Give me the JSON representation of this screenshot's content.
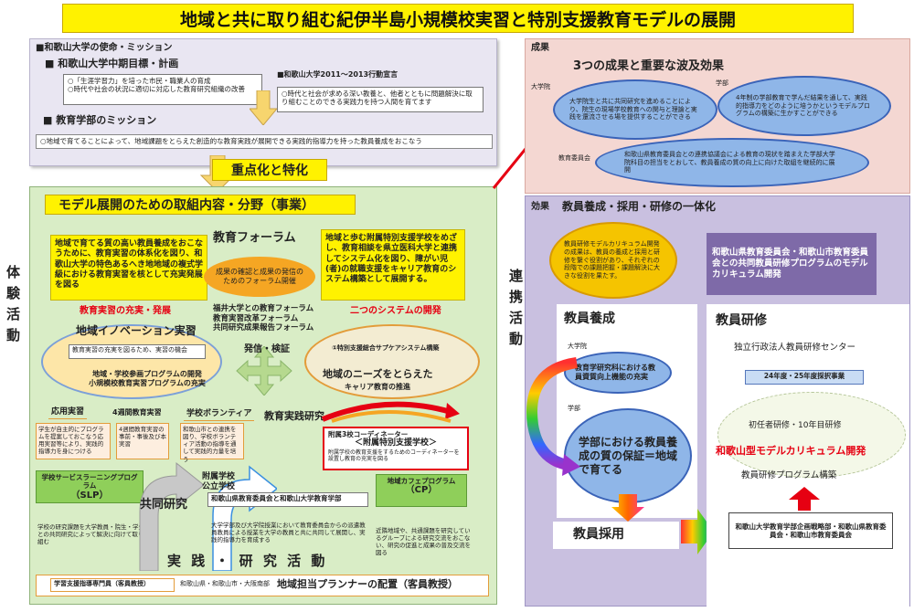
{
  "title": "地域と共に取り組む紀伊半島小規模校実習と特別支援教育モデルの展開",
  "mission": {
    "heading": "■和歌山大学の使命・ミッション",
    "midterm": "■ 和歌山大学中期目標・計画",
    "midterm_items": [
      "○「生涯学習力」を培った市民・職業人の育成",
      "○時代や社会の状況に適切に対応した教育研究組織の改善"
    ],
    "action_heading": "■和歌山大学2011～2013行動宣言",
    "action_text": "○時代と社会が求める深い教養と、他者とともに問題解決に取り組むことのできる実践力を持つ人間を育てます",
    "faculty_heading": "■ 教育学部のミッション",
    "faculty_text": "○地域で育てることによって、地域課題をとらえた創造的な教育実践が展開できる実践的指導力を持った教員養成をおこなう"
  },
  "focus_label": "重点化と特化",
  "model": {
    "title": "モデル展開のための取組内容・分野（事業）",
    "left_yellow": "地域で育てる質の高い教員養成をおこなうために、教育実習の体系化を図り、和歌山大学の特色あるへき地地域の複式学級における教育実習を核として充実発展を図る",
    "forum_title": "教育フォーラム",
    "forum_oval": "成果の確認と成果の発信のためのフォーラム開催",
    "right_yellow": "地域と歩む附属特別支援学校をめざし、教育相談を県立医科大学と連携してシステム化を図り、障がい児(者)の就職支援をキャリア教育のシステム構築として展開する。",
    "practice_label": "教育実習の充実・発展",
    "forum_list": [
      "福井大学との教育フォーラム",
      "教育実習改革フォーラム",
      "共同研究成果報告フォーラム"
    ],
    "two_systems": "二つのシステムの開発",
    "innovation_title": "地域イノベーション実習",
    "innovation_sub": "教育実習の充実を図るため、実習の機会",
    "innovation_bottom": "地域・学校参画プログラムの開発\n小規模校教育実習プログラムの充実",
    "hasshin": "発信・検証",
    "needs_top": "①特別支援総合サプケアシステム構築",
    "needs_title": "地域のニーズをとらえた",
    "needs_sub": "キャリア教育の推進",
    "practice_research": "教育実践研究",
    "tags": [
      "応用実習",
      "4週間教育実習",
      "学校ボランティア"
    ],
    "tag_texts": [
      "学生が自主的にプログラムを提案しておこなう応用実習等により、実践的指導力を身につける",
      "4週間教育実習の事前・事後及び本実習",
      "和歌山市との連携を図り、学校ボランティア活動の指導を通して実践的力量を培う"
    ],
    "coordinator_title": "附属3校コーディネーター",
    "coordinator_sub": "＜附属特別支援学校＞",
    "coordinator_text": "附属学校の教育支援をするためのコーディネーターを設置し教育の充実を図る",
    "slp_title": "学校サービスラーニングプログラム",
    "slp_abbr": "（SLP）",
    "attached_school": "附属学校\n公立学校",
    "pref_board": "和歌山県教育委員会と和歌山大学教育学部",
    "kyodo": "共同研究",
    "slp_text": "学校の研究課題を大学教員・院生・学生との共同研究によって解決に向けて取り組む",
    "collab_text": "大学学部及び大学院授業において教育委員会からの派遣教員教員による授業を大学の教員と共に共同して展開し、実践的指導力を育成する",
    "cafe_title": "地域カフェプログラム",
    "cafe_abbr": "（CP）",
    "cafe_text": "近隣地域や、共通課題を研究しているグループによる研究交流をおこない、研究の促進と成果の普及交流を図る",
    "practice_activity": "実 践 ・ 研 究 活 動",
    "support_staff": "学習支援指導専門員（客員教授）",
    "regions": "和歌山県・和歌山市・大阪南部",
    "planner": "地域担当プランナーの配置（客員教授）"
  },
  "side_labels": {
    "left": "体験活動",
    "middle": "連携活動"
  },
  "results": {
    "label": "成果",
    "title": "3つの成果と重要な波及効果",
    "grad_label": "大学院",
    "faculty_label": "学部",
    "board_label": "教育委員会",
    "grad_text": "大学院生と共に共同研究を進めることにより、院生の現場学校教育への関与と理論と実践を還流させる場を提供することができる",
    "faculty_text": "4年制の学部教育で学んだ結果を通して、実践的指導力をどのように培うかというモデルプログラムの構築に生かすことができる",
    "board_text": "和歌山県教育委員会との連携協議会による教育の現状を踏まえた学部大学院科目の担当をとおして、教員養成の質の向上に向けた取組を継続的に展開"
  },
  "effects": {
    "label": "効果",
    "title": "教員養成・採用・研修の一体化",
    "oval_text": "教員研修モデルカリキュラム開発の成果は、教員の養成と採用と研修を繋ぐ役割があり、それぞれの段階での課題把握・課題解決に大きな役割を果たす。",
    "collab_box": "和歌山県教育委員会・和歌山市教育委員会との共同教員研修プログラムのモデルカリキュラム開発",
    "yousei_title": "教員養成",
    "grad_label": "大学院",
    "grad_oval": "教育学研究科における教員資質向上機能の充実",
    "faculty_label": "学部",
    "faculty_oval": "学部における教員養成の質の保証＝地域で育てる",
    "saiyo": "教員採用",
    "kenshu_title": "教員研修",
    "center": "独立行政法人教員研修センター",
    "adopted": "24年度・25年度採択事業",
    "training": "初任者研修・10年目研修",
    "curriculum": "和歌山型モデルカリキュラム開発",
    "program": "教員研修プログラム構築",
    "bottom_box": "和歌山大学教育学部企画戦略部・和歌山県教育委員会・和歌山市教育委員会"
  }
}
